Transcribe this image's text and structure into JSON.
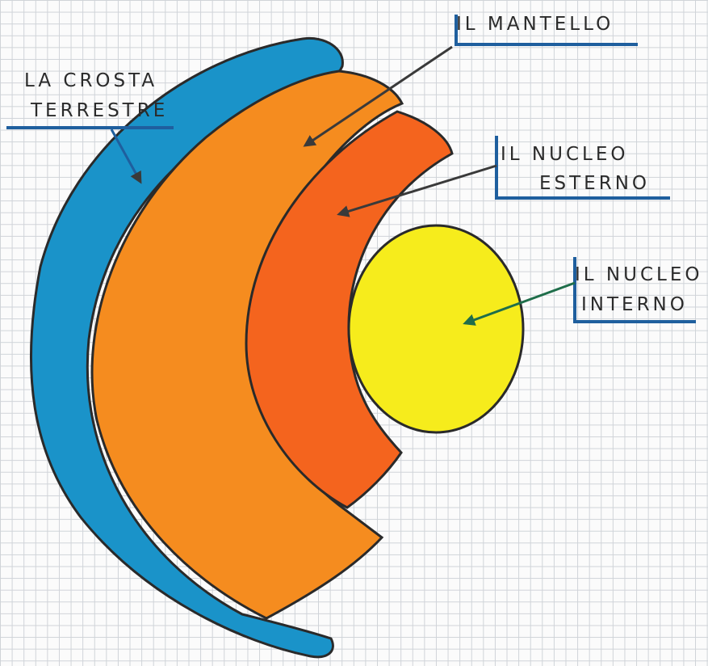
{
  "diagram": {
    "layers": [
      {
        "id": "crust",
        "label_lines": [
          "LA CROSTA",
          "TERRESTRE"
        ],
        "color": "#1a93c9"
      },
      {
        "id": "mantle",
        "label_lines": [
          "IL MANTELLO"
        ],
        "color": "#f58c1f"
      },
      {
        "id": "outer_core",
        "label_lines": [
          "IL NUCLEO",
          "ESTERNO"
        ],
        "color": "#f4641e"
      },
      {
        "id": "inner_core",
        "label_lines": [
          "IL NUCLEO",
          "INTERNO"
        ],
        "color": "#f6ec1c"
      }
    ],
    "colors": {
      "outline": "#2a2a2a",
      "underline": "#1f5f9e",
      "arrow": "#3a3a3a",
      "inner_arrow": "#1f6e4a"
    }
  }
}
